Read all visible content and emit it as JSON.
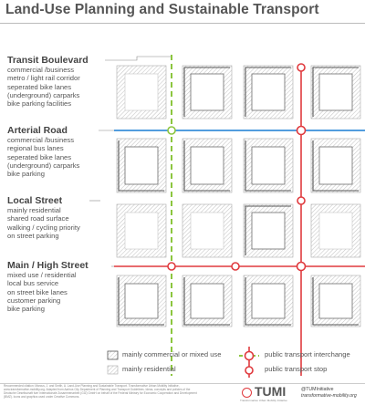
{
  "title": "Land-Use Planning and Sustainable Transport",
  "streets": [
    {
      "name": "Transit Boulevard",
      "lines": [
        "commercial /business",
        "metro / light rail corridor",
        "seperated bike lanes",
        "(underground) carparks",
        "bike parking facilities"
      ]
    },
    {
      "name": "Arterial Road",
      "lines": [
        "commercial /business",
        "regional bus lanes",
        "seperated bike lanes",
        "(underground) carparks",
        "bike parking"
      ]
    },
    {
      "name": "Local Street",
      "lines": [
        "mainly residential",
        "shared road surface",
        "walking / cycling priority",
        "on street parking"
      ]
    },
    {
      "name": "Main / High Street",
      "lines": [
        "mixed use / residential",
        "local bus service",
        "on street bike lanes",
        "customer parking",
        "bike parking"
      ]
    }
  ],
  "legend": {
    "commercial": "mainly commercial or mixed use",
    "residential": "mainly residential",
    "interchange": "public transport interchange",
    "stop": "public transport stop"
  },
  "colors": {
    "transit": "#e03a3e",
    "arterial": "#3a8fd9",
    "local": "#8cc63f",
    "main": "#e03a3e",
    "stop_fill": "#ffffff",
    "hatch": "#c8c8c8",
    "outline": "#555555"
  },
  "footer": {
    "credits": "Recommended citation: Marcus, J. and Smith, A. Land-Use Planning and Sustainable Transport. Transformative Urban Mobility Initiative, www.transformative-mobility.org. Adapted from Aarhus City Department of Planning and Transport Guidelines. Ideas, concepts and policies of the Deutsche Gesellschaft fuer Internationale Zusammenarbeit (GIZ) GmbH on behalf of the Federal Ministry for Economic Cooperation and Development (BMZ). Icons and graphics used under Creative Commons.",
    "logo": "TUMI",
    "logo_sub": "Transformative Urban Mobility Initiative",
    "handle": "@TUMInitiative",
    "website": "transformative-mobility.org"
  }
}
